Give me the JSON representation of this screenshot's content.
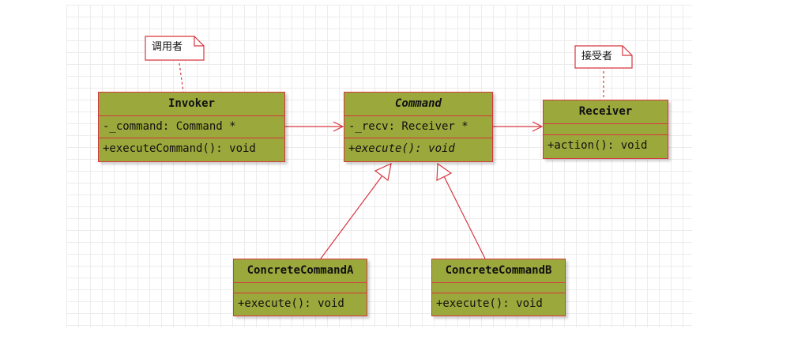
{
  "classes": {
    "invoker": {
      "name": "Invoker",
      "attributes": [
        "-_command: Command *"
      ],
      "methods": [
        "+executeCommand(): void"
      ]
    },
    "command": {
      "name": "Command",
      "attributes": [
        "-_recv: Receiver *"
      ],
      "methods": [
        "+execute(): void"
      ]
    },
    "receiver": {
      "name": "Receiver",
      "attributes": [],
      "methods": [
        "+action(): void"
      ]
    },
    "concrete_a": {
      "name": "ConcreteCommandA",
      "attributes": [],
      "methods": [
        "+execute(): void"
      ]
    },
    "concrete_b": {
      "name": "ConcreteCommandB",
      "attributes": [],
      "methods": [
        "+execute(): void"
      ]
    }
  },
  "notes": {
    "invoker_note": "调用者",
    "receiver_note": "接受者"
  },
  "colors": {
    "class_fill": "#9aa83c",
    "border": "#d7363f",
    "note_border": "#d7363f"
  }
}
